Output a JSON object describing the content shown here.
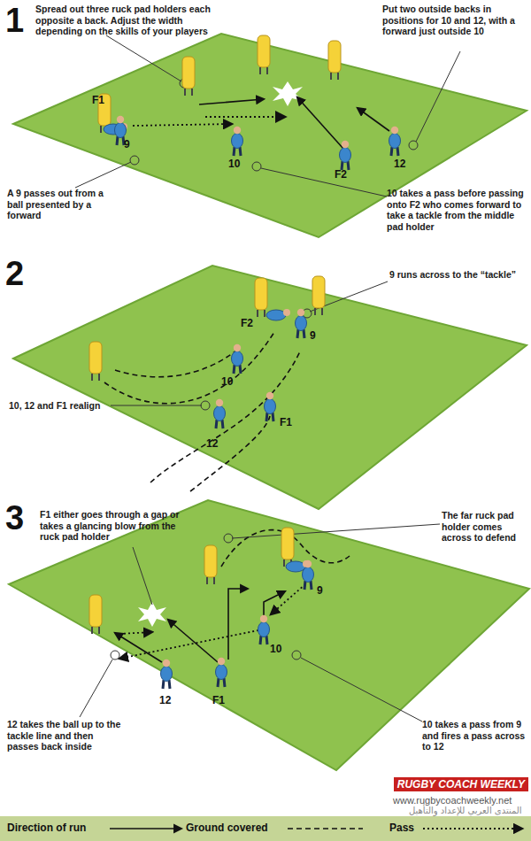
{
  "diagram": {
    "labels": [
      "1",
      "Spread out three ruck pad holders each opposite a back. Adjust the width depending on the skills of your players",
      "Put two outside backs in positions for 10 and 12, with a forward just outside 10",
      "F1",
      "9",
      "A 9 passes out from a ball presented by a forward",
      "10",
      "F2",
      "12",
      "10 takes a pass before passing onto F2 who comes forward to take a tackle from the middle pad holder",
      "2",
      "F2",
      "9",
      "9 runs across to the “tackle”",
      "10",
      "10, 12 and F1 realign",
      "F1",
      "12",
      "3",
      "F1 either goes through a gap or takes a glancing blow from the ruck pad holder",
      "The far ruck pad holder comes across to defend",
      "9",
      "10",
      "F1",
      "12",
      "12 takes the ball up to the tackle line and then passes back inside",
      "10 takes a pass from 9 and fires a pass across to 12",
      "RUGBY COACH WEEKLY",
      "www.rugbycoachweekly.net",
      "المنتدى العربي للإعداد والتأهيل"
    ],
    "legend": [
      {
        "text": "Direction of run"
      },
      {
        "text": "Ground covered"
      },
      {
        "text": "Pass"
      }
    ]
  }
}
